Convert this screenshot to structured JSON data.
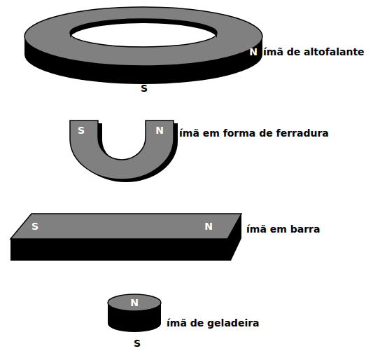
{
  "diagram": {
    "labels": [
      "N",
      "ímã de altofalante",
      "S",
      "S",
      "N",
      "ímã em forma de ferradura",
      "S",
      "N",
      "ímã em barra",
      "N",
      "ímã de geladeira",
      "S"
    ]
  }
}
